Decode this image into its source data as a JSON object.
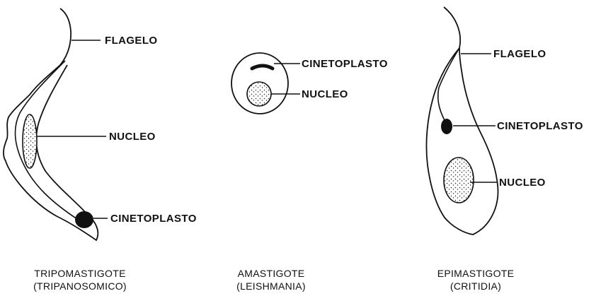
{
  "organisms": [
    {
      "caption_line1": "TRIPOMASTIGOTE",
      "caption_line2": "(TRIPANOSOMICO)",
      "labels": {
        "flagelo": "FLAGELO",
        "nucleo": "NUCLEO",
        "cinetoplasto": "CINETOPLASTO"
      }
    },
    {
      "caption_line1": "AMASTIGOTE",
      "caption_line2": "(LEISHMANIA)",
      "labels": {
        "cinetoplasto": "CINETOPLASTO",
        "nucleo": "NUCLEO"
      }
    },
    {
      "caption_line1": "EPIMASTIGOTE",
      "caption_line2": "(CRITIDIA)",
      "labels": {
        "flagelo": "FLAGELO",
        "cinetoplasto": "CINETOPLASTO",
        "nucleo": "NUCLEO"
      }
    }
  ]
}
